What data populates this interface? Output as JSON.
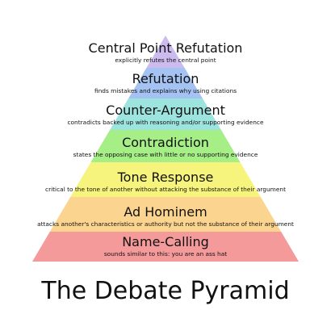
{
  "title": "The Debate Pyramid",
  "levels": [
    {
      "title": "Central Point Refutation",
      "description": "explicitly refutes the central point",
      "color": "#ccbbee"
    },
    {
      "title": "Refutation",
      "description": "finds mistakes and explains why using citations",
      "color": "#a4c3f2"
    },
    {
      "title": "Counter-Argument",
      "description": "contradicts backed up with reasoning and/or supporting evidence",
      "color": "#9de4df"
    },
    {
      "title": "Contradiction",
      "description": "states the opposing case with little or no supporting evidence",
      "color": "#a6ee86"
    },
    {
      "title": "Tone Response",
      "description": "critical to the tone of another without attacking the substance of their argument",
      "color": "#f6f47c"
    },
    {
      "title": "Ad Hominem",
      "description": "attacks another's characteristics or authority but not the substance of their argument",
      "color": "#fbd58f"
    },
    {
      "title": "Name-Calling",
      "description": "sounds similar to this: you are an ass hat",
      "color": "#f59a9a"
    }
  ]
}
